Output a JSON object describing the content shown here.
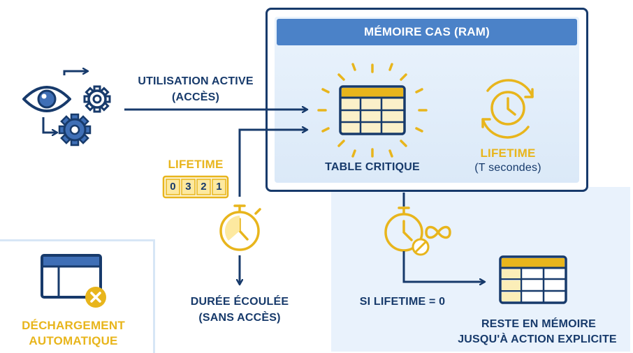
{
  "colors": {
    "navy": "#173a6b",
    "blue": "#3f6fb6",
    "gold": "#e8b51c",
    "pale_blue": "#e6f0fb",
    "header_blue": "#4b82c8"
  },
  "ram": {
    "title": "MÉMOIRE CAS (RAM)",
    "table_label": "TABLE CRITIQUE",
    "lifetime_label": "LIFETIME",
    "lifetime_sub": "(T secondes)"
  },
  "access": {
    "label_line1": "UTILISATION ACTIVE",
    "label_line2": "(ACCÈS)",
    "icons": [
      "eye-icon",
      "gear-icon",
      "gear-icon"
    ]
  },
  "counter": {
    "label": "LIFETIME",
    "digits": [
      "0",
      "3",
      "2",
      "1"
    ]
  },
  "elapsed": {
    "line1": "Durée écoulée",
    "line2": "(SANS ACCÈS)"
  },
  "unload": {
    "line1": "DÉCHARGEMENT",
    "line2": "AUTOMATIQUE"
  },
  "zero": {
    "condition": "SI LIFETIME = 0",
    "result_line1": "RESTE EN MÉMOIRE",
    "result_line2": "JUSQU'À ACTION EXPLICITE"
  }
}
